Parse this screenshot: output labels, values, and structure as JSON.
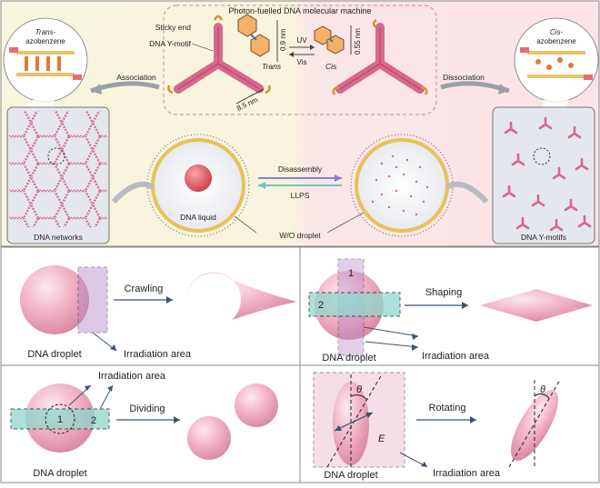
{
  "top": {
    "title": "Photon-fuelled DNA molecular machine",
    "sticky_end": "Sticky end",
    "y_motif": "DNA Y-motif",
    "trans_italic": "Trans",
    "cis_italic": "Cis",
    "dim_09": "0.9 nm",
    "dim_055": "0.55 nm",
    "dim_85": "8.5 nm",
    "uv": "UV",
    "vis": "Vis",
    "trans_az_line1": "Trans-",
    "trans_az_line2": "azobenzene",
    "cis_az_line1": "Cis-",
    "cis_az_line2": "azobenzene",
    "association": "Association",
    "dissociation": "Dissociation",
    "disassembly": "Disassembly",
    "llps": "LLPS",
    "dna_liquid": "DNA liquid",
    "wo_droplet": "W/O droplet",
    "dna_networks": "DNA networks",
    "dna_y_motifs": "DNA Y-motifs"
  },
  "panels": {
    "crawling": {
      "verb": "Crawling",
      "droplet": "DNA droplet",
      "area": "Irradiation area"
    },
    "shaping": {
      "verb": "Shaping",
      "droplet": "DNA droplet",
      "area": "Irradiation area",
      "zone1": "1",
      "zone2": "2"
    },
    "dividing": {
      "verb": "Dividing",
      "droplet": "DNA droplet",
      "area": "Irradiation area",
      "zone1": "1",
      "zone2": "2"
    },
    "rotating": {
      "verb": "Rotating",
      "droplet": "DNA droplet",
      "area": "Irradiation area",
      "theta": "θ",
      "field": "E"
    }
  },
  "colors": {
    "left_bg": "#f7f4dc",
    "right_bg": "#fbe4e6",
    "dna_pink": "#d9688c",
    "droplet_pink": "#f2b3c6",
    "teal": "#8fd8cc",
    "sticky_orange": "#d4962a"
  }
}
